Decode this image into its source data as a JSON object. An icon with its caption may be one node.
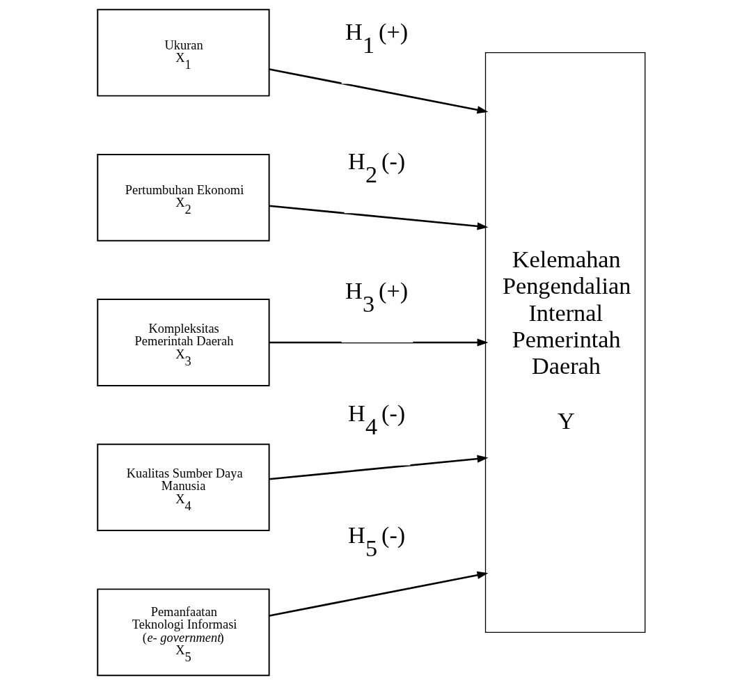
{
  "diagram": {
    "nodes": [
      {
        "text": [
          "Ukuran",
          "X$_{1}$"
        ]
      },
      {
        "text": [
          "Pertumbuhan Ekonomi",
          "X$_{2}$"
        ]
      },
      {
        "text": [
          "Kompleksitas Pemerintah Daerah",
          "X$_{3}$"
        ]
      },
      {
        "text": [
          "Kualitas Sumber Daya Manusia",
          "X$_{4}$"
        ]
      },
      {
        "text": [
          "Pemanfaatan Teknologi Informasi (*e- government*)",
          "X$_{5}$"
        ]
      },
      {
        "text": [
          "Kelemahan Pengendalian Internal Pemerintah Daerah",
          "Y"
        ]
      }
    ],
    "edges": [
      {
        "from": 0,
        "to": 5,
        "arrow": "to",
        "label": "H$_{1}$ (+)"
      },
      {
        "from": 1,
        "to": 5,
        "arrow": "to",
        "label": "H$_{2}$ (-)"
      },
      {
        "from": 2,
        "to": 5,
        "arrow": "to",
        "label": "H$_{3}$ (+)"
      },
      {
        "from": 3,
        "to": 5,
        "arrow": "to",
        "label": "H$_{4}$ (-)"
      },
      {
        "from": 4,
        "to": 5,
        "arrow": "to",
        "label": "H$_{5}$ (-)"
      }
    ]
  }
}
